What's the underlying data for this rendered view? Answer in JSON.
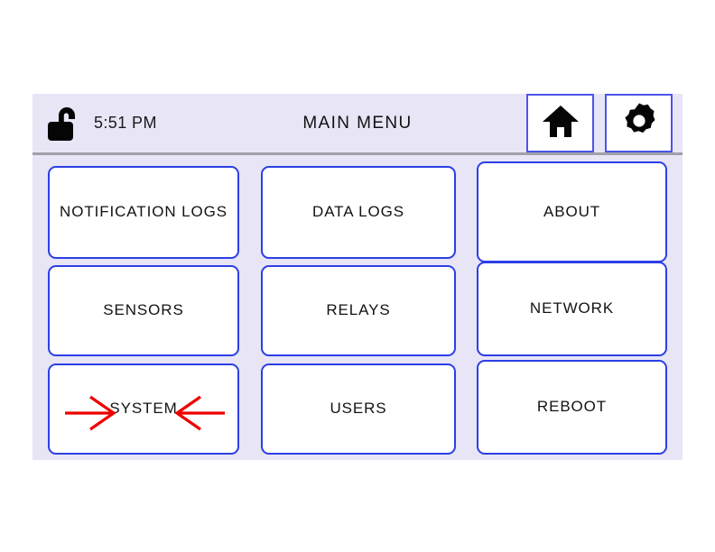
{
  "device_screen": {
    "header": {
      "lock_icon": "unlocked-padlock-icon",
      "time": "5:51 PM",
      "title": "MAIN MENU",
      "buttons": [
        {
          "icon": "home-icon",
          "name": "home-button"
        },
        {
          "icon": "gear-icon",
          "name": "settings-button"
        }
      ]
    },
    "menu": {
      "items": [
        {
          "label": "NOTIFICATION LOGS",
          "name": "notification-logs"
        },
        {
          "label": "DATA LOGS",
          "name": "data-logs"
        },
        {
          "label": "ABOUT",
          "name": "about"
        },
        {
          "label": "SENSORS",
          "name": "sensors"
        },
        {
          "label": "RELAYS",
          "name": "relays"
        },
        {
          "label": "NETWORK",
          "name": "network"
        },
        {
          "label": "SYSTEM",
          "name": "system"
        },
        {
          "label": "USERS",
          "name": "users"
        },
        {
          "label": "REBOOT",
          "name": "reboot"
        }
      ]
    },
    "annotation": {
      "target_label": "SYSTEM",
      "arrow_color": "#ee0000",
      "arrow_count": 2
    },
    "colors": {
      "panel_background": "#e7e5f6",
      "button_border": "#2b3fe6",
      "button_fill": "#ffffff",
      "header_divider": "#a0a0a8",
      "text": "#131313"
    }
  }
}
